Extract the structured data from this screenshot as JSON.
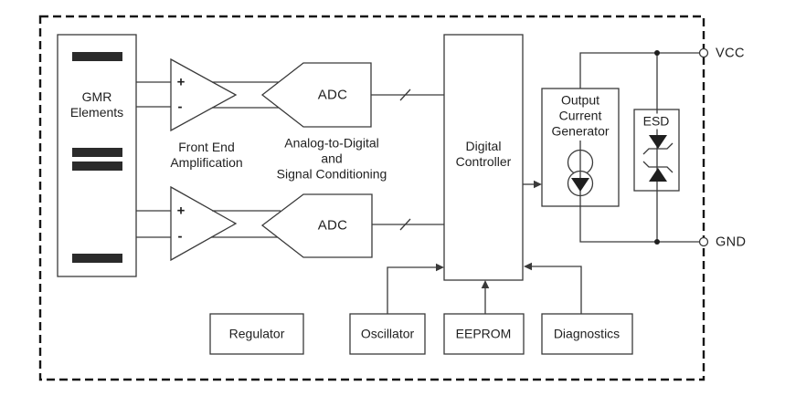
{
  "diagram": {
    "blocks": {
      "gmr_elements": "GMR\nElements",
      "front_end": "Front End\nAmplification",
      "adc_top": "ADC",
      "adc_bottom": "ADC",
      "adc_caption": "Analog-to-Digital\nand\nSignal Conditioning",
      "digital_controller": "Digital\nController",
      "output_current_generator": "Output\nCurrent\nGenerator",
      "esd": "ESD",
      "regulator": "Regulator",
      "oscillator": "Oscillator",
      "eeprom": "EEPROM",
      "diagnostics": "Diagnostics"
    },
    "terminals": {
      "vcc": "VCC",
      "gnd": "GND"
    },
    "amplifiers": {
      "plus": "+",
      "minus": "-"
    },
    "colors": {
      "line": "#3a3a3a",
      "border": "#161616",
      "bar": "#2b2b2b",
      "text": "#1f1f1f",
      "background": "#ffffff"
    }
  }
}
